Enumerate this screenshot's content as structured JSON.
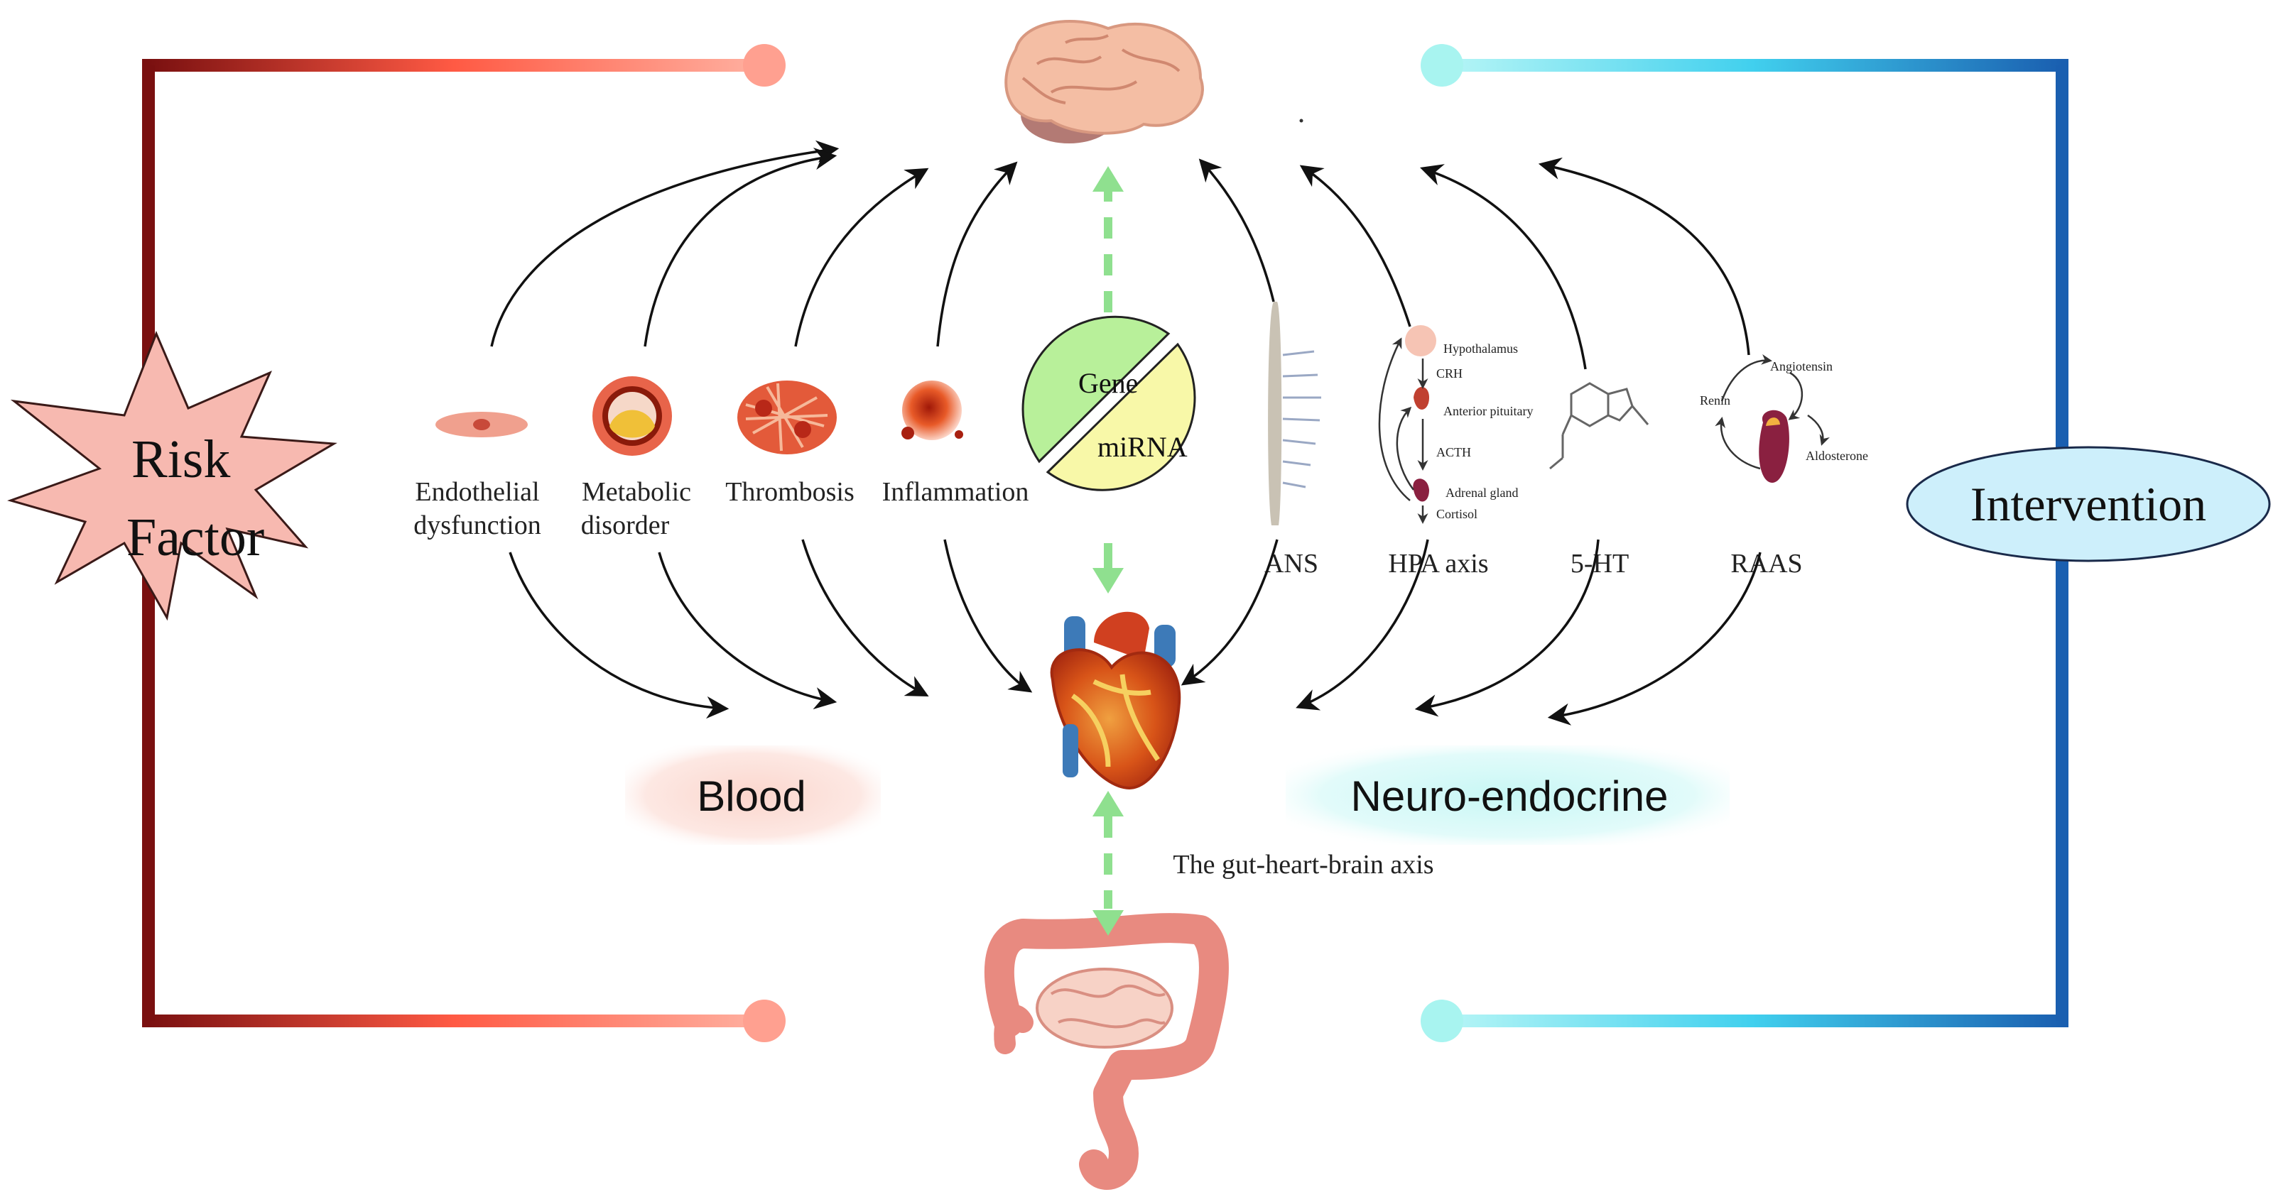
{
  "risk_factor": {
    "line1": "Risk",
    "line2": "Factor"
  },
  "intervention": {
    "label": "Intervention"
  },
  "blood_factors": [
    {
      "line1": "Endothelial",
      "line2": "dysfunction"
    },
    {
      "line1": "Metabolic",
      "line2": "disorder"
    },
    {
      "line1": "Thrombosis",
      "line2": ""
    },
    {
      "line1": "Inflammation",
      "line2": ""
    }
  ],
  "center": {
    "gene": "Gene",
    "mirna": "miRNA"
  },
  "neuro_factors": [
    "ANS",
    "HPA axis",
    "5-HT",
    "RAAS"
  ],
  "hpa_detail": {
    "hypothalamus": "Hypothalamus",
    "crh": "CRH",
    "anterior_pituitary": "Anterior pituitary",
    "acth": "ACTH",
    "adrenal_gland": "Adrenal gland",
    "cortisol": "Cortisol"
  },
  "raas_detail": {
    "renin": "Renin",
    "angiotensin": "Angiotensin",
    "aldosterone": "Aldosterone"
  },
  "groups": {
    "blood": "Blood",
    "neuro": "Neuro-endocrine"
  },
  "axis_caption": "The gut-heart-brain axis",
  "colors": {
    "risk_dark": "#7a1010",
    "risk_light": "#ff9a88",
    "intervention_dark": "#1a5fb0",
    "intervention_light": "#a0f3f3",
    "axis_arrow": "#8fe08f"
  }
}
